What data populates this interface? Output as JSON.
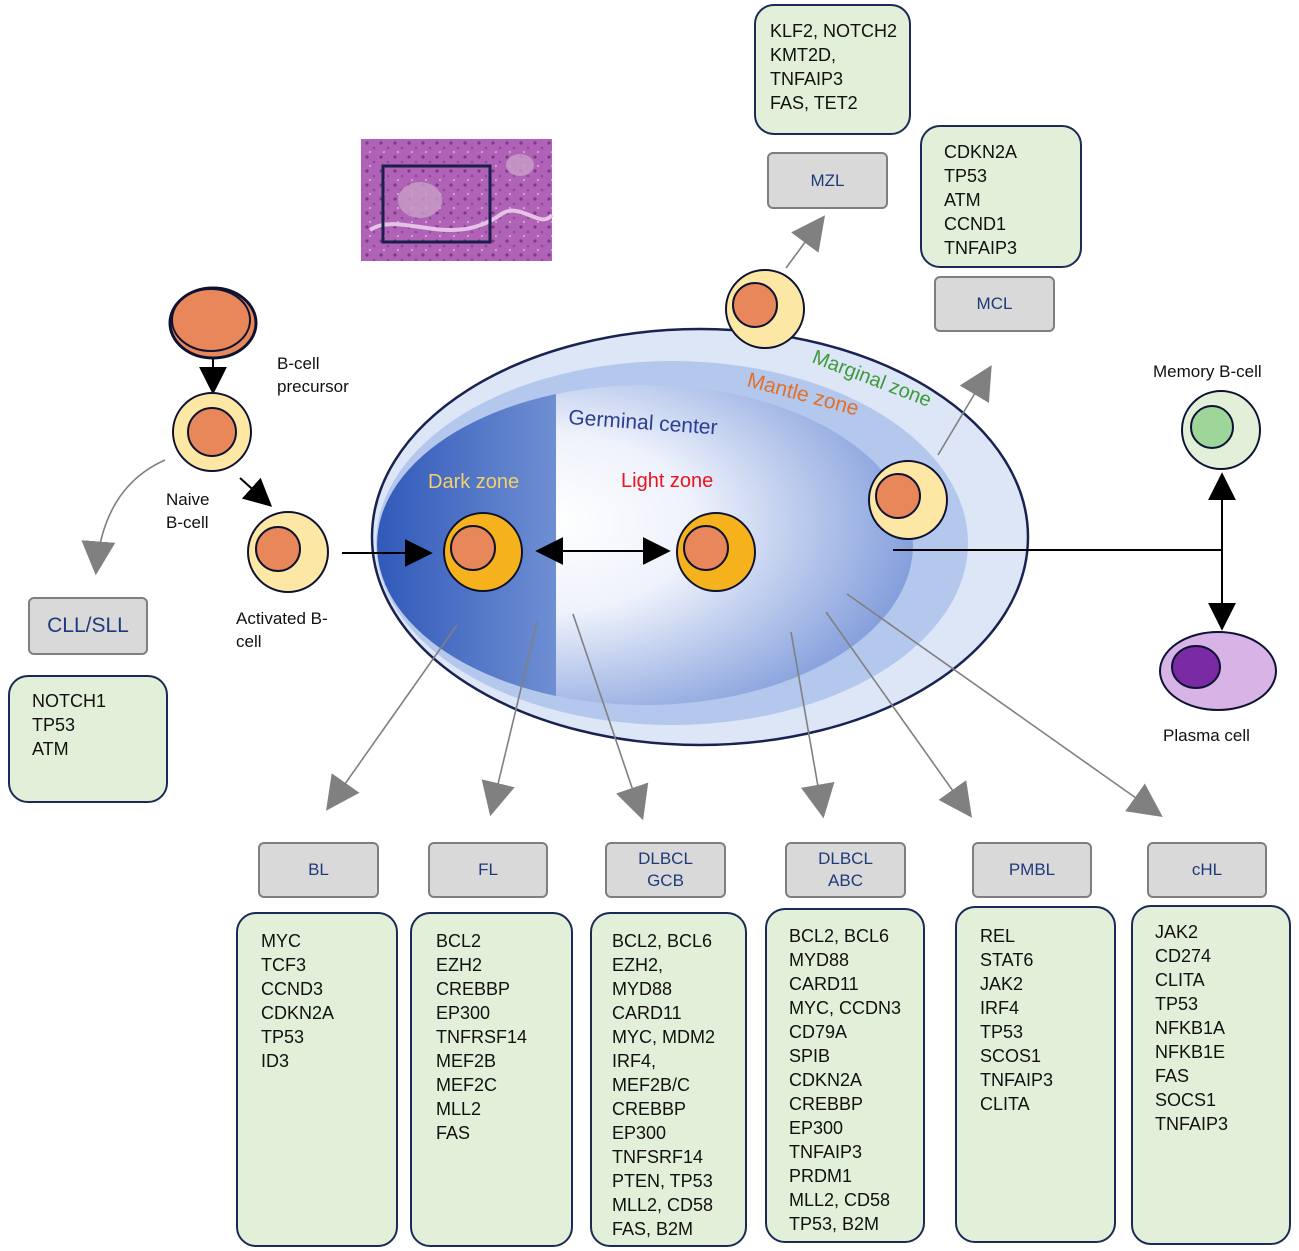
{
  "labels": {
    "bcell_precursor": [
      "B-cell",
      "precursor"
    ],
    "naive_bcell": [
      "Naive",
      "B-cell"
    ],
    "activated_bcell": [
      "Activated B-",
      "cell"
    ],
    "memory_bcell": "Memory B-cell",
    "plasma_cell": "Plasma cell",
    "germinal_center": "Germinal center",
    "dark_zone": "Dark zone",
    "light_zone": "Light zone",
    "mantle_zone": "Mantle zone",
    "marginal_zone": "Marginal zone"
  },
  "colors": {
    "gene_box_fill": "#e2f0d9",
    "gene_box_border": "#1c2a57",
    "disease_box_fill": "#d9d9d9",
    "disease_label": "#1f3a7a",
    "dark_zone_label": "#f2d06b",
    "light_zone_label": "#e8141e",
    "mantle_zone_label": "#e0702a",
    "marginal_zone_label": "#3f9a3a",
    "cell_nucleus": "#e8875a",
    "cell_cytoplasm": "#fde7a5",
    "gc_cell_cytoplasm": "#f6b21c",
    "memory_nucleus": "#9ed69a",
    "plasma_nucleus": "#7a2aa3",
    "plasma_cytoplasm": "#d7b3e6"
  },
  "icons": {
    "histology": "histology-thumbnail-icon",
    "cell": "b-cell-icon"
  },
  "diseases": {
    "cll_sll": {
      "label": "CLL/SLL",
      "genes": [
        "NOTCH1",
        "TP53",
        "ATM"
      ]
    },
    "mzl": {
      "label": "MZL",
      "genes": [
        "KLF2, NOTCH2",
        "KMT2D,",
        "TNFAIP3",
        "FAS, TET2"
      ]
    },
    "mcl": {
      "label": "MCL",
      "genes": [
        "CDKN2A",
        "TP53",
        "ATM",
        "CCND1",
        "TNFAIP3"
      ]
    },
    "bl": {
      "label": "BL",
      "genes": [
        "MYC",
        "TCF3",
        "CCND3",
        "CDKN2A",
        "TP53",
        "ID3"
      ]
    },
    "fl": {
      "label": "FL",
      "genes": [
        "BCL2",
        "EZH2",
        "CREBBP",
        "EP300",
        "TNFRSF14",
        "MEF2B",
        "MEF2C",
        "MLL2",
        "FAS"
      ]
    },
    "dlbcl_gcb": {
      "label": [
        "DLBCL",
        "GCB"
      ],
      "genes": [
        "BCL2, BCL6",
        "EZH2,",
        "MYD88",
        "CARD11",
        "MYC, MDM2",
        "IRF4,",
        "MEF2B/C",
        "CREBBP",
        "EP300",
        "TNFSRF14",
        "PTEN, TP53",
        "MLL2, CD58",
        "FAS, B2M"
      ]
    },
    "dlbcl_abc": {
      "label": [
        "DLBCL",
        "ABC"
      ],
      "genes": [
        "BCL2, BCL6",
        "MYD88",
        "CARD11",
        "MYC, CCDN3",
        "CD79A",
        "SPIB",
        "CDKN2A",
        "CREBBP",
        "EP300",
        "TNFAIP3",
        "PRDM1",
        "MLL2, CD58",
        "TP53, B2M"
      ]
    },
    "pmbl": {
      "label": "PMBL",
      "genes": [
        "REL",
        "STAT6",
        "JAK2",
        "IRF4",
        "TP53",
        "SCOS1",
        "TNFAIP3",
        "CLITA"
      ]
    },
    "chl": {
      "label": "cHL",
      "genes": [
        "JAK2",
        "CD274",
        "CLITA",
        "TP53",
        "NFKB1A",
        "NFKB1E",
        "FAS",
        "SOCS1",
        "TNFAIP3"
      ]
    }
  }
}
